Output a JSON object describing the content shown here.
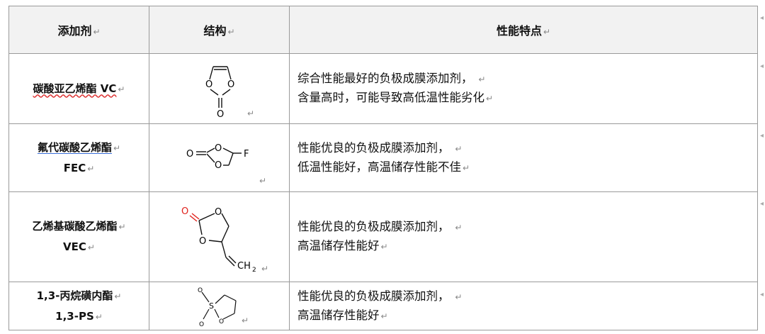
{
  "table": {
    "headers": [
      "添加剂",
      "结构",
      "性能特点"
    ],
    "rows": [
      {
        "name_line1": "碳酸亚乙烯酯 VC",
        "name_line2": "",
        "feature_line1": "综合性能最好的负极成膜添加剂，",
        "feature_line2": "含量高时，可能导致高低温性能劣化"
      },
      {
        "name_line1": "氟代碳酸乙烯酯",
        "name_line2": "FEC",
        "feature_line1": "性能优良的负极成膜添加剂，",
        "feature_line2": "低温性能好，高温储存性能不佳"
      },
      {
        "name_line1": "乙烯基碳酸乙烯酯",
        "name_line2": "VEC",
        "feature_line1": "性能优良的负极成膜添加剂，",
        "feature_line2": "高温储存性能好"
      },
      {
        "name_line1": "1,3-丙烷磺内酯",
        "name_line2": "1,3-PS",
        "feature_line1": "性能优良的负极成膜添加剂，",
        "feature_line2": "高温储存性能好"
      }
    ],
    "structure_labels": {
      "vc": {
        "o1": "O",
        "o2": "O",
        "o3": "O"
      },
      "fec": {
        "o1": "O",
        "o2": "O",
        "o3": "O",
        "f": "F"
      },
      "vec": {
        "o1": "O",
        "o2": "O",
        "o3": "O",
        "ch2": "CH",
        "sub": "2"
      },
      "ps": {
        "s": "S",
        "o1": "O",
        "o2": "O",
        "o3": "O"
      }
    },
    "paragraph_mark": "↵",
    "side_mark": "◂",
    "colors": {
      "header_bg": "#f2f2f2",
      "border": "#9a9a9a",
      "oxygen_red": "#e0201b"
    }
  }
}
